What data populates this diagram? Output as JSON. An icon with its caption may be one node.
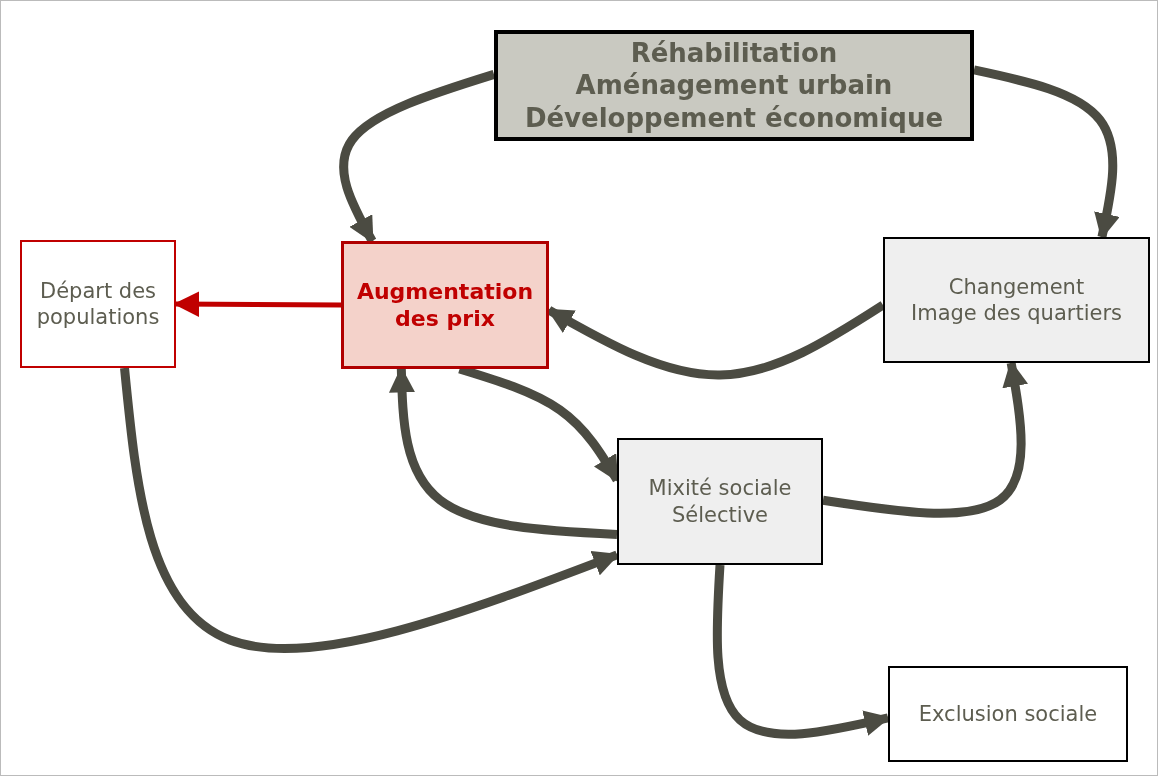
{
  "diagram": {
    "nodes": [
      {
        "text": [
          "Réhabilitation",
          "Aménagement urbain",
          "Développement économique"
        ]
      },
      {
        "text": [
          "Départ des populations"
        ]
      },
      {
        "text": [
          "Augmentation des prix"
        ]
      },
      {
        "text": [
          "Changement",
          "Image des quartiers"
        ]
      },
      {
        "text": [
          "Mixité sociale",
          "Sélective"
        ]
      },
      {
        "text": [
          "Exclusion sociale"
        ]
      }
    ],
    "edges": [
      {
        "from": 0,
        "to": 2,
        "arrow": "to"
      },
      {
        "from": 0,
        "to": 3,
        "arrow": "to"
      },
      {
        "from": 3,
        "to": 2,
        "arrow": "to"
      },
      {
        "from": 2,
        "to": 1,
        "arrow": "to",
        "color": "#c00000"
      },
      {
        "from": 2,
        "to": 4,
        "arrow": "to"
      },
      {
        "from": 4,
        "to": 2,
        "arrow": "to"
      },
      {
        "from": 1,
        "to": 4,
        "arrow": "to"
      },
      {
        "from": 4,
        "to": 3,
        "arrow": "to"
      },
      {
        "from": 4,
        "to": 5,
        "arrow": "to"
      }
    ]
  }
}
